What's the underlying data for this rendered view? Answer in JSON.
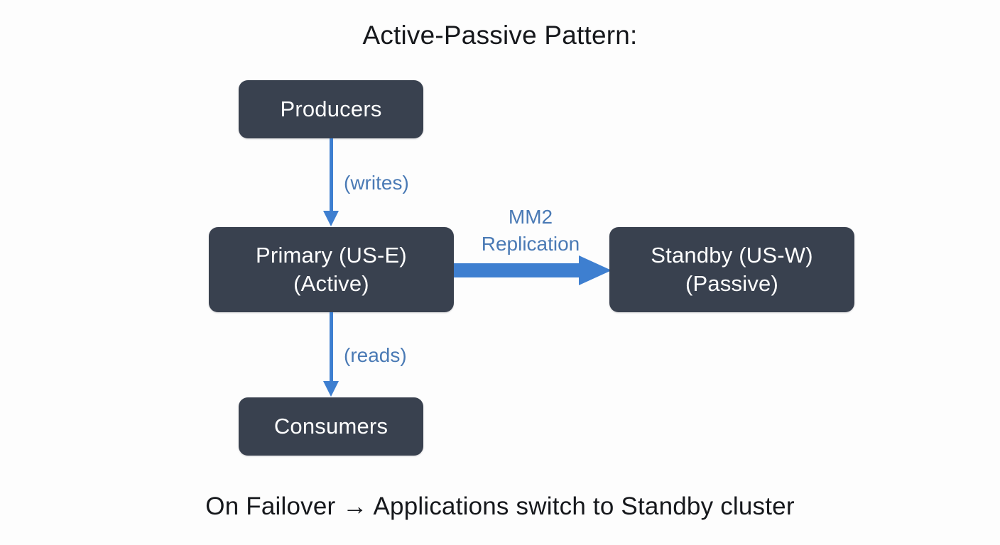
{
  "diagram": {
    "title": "Active-Passive Pattern:",
    "footer_caption": "On Failover → Applications switch to Standby cluster",
    "colors": {
      "background": "#fdfdfd",
      "node_fill": "#39414f",
      "node_text": "#ffffff",
      "arrow": "#3e7fd0",
      "edge_label_text": "#4a7ab5",
      "title_text": "#16181c"
    },
    "nodes": {
      "producers": {
        "label": "Producers"
      },
      "primary": {
        "line1": "Primary (US-E)",
        "line2": "(Active)"
      },
      "standby": {
        "line1": "Standby (US-W)",
        "line2": "(Passive)"
      },
      "consumers": {
        "label": "Consumers"
      }
    },
    "edges": {
      "writes": {
        "label": "(writes)"
      },
      "reads": {
        "label": "(reads)"
      },
      "mm2": {
        "line1": "MM2",
        "line2": "Replication"
      }
    }
  }
}
